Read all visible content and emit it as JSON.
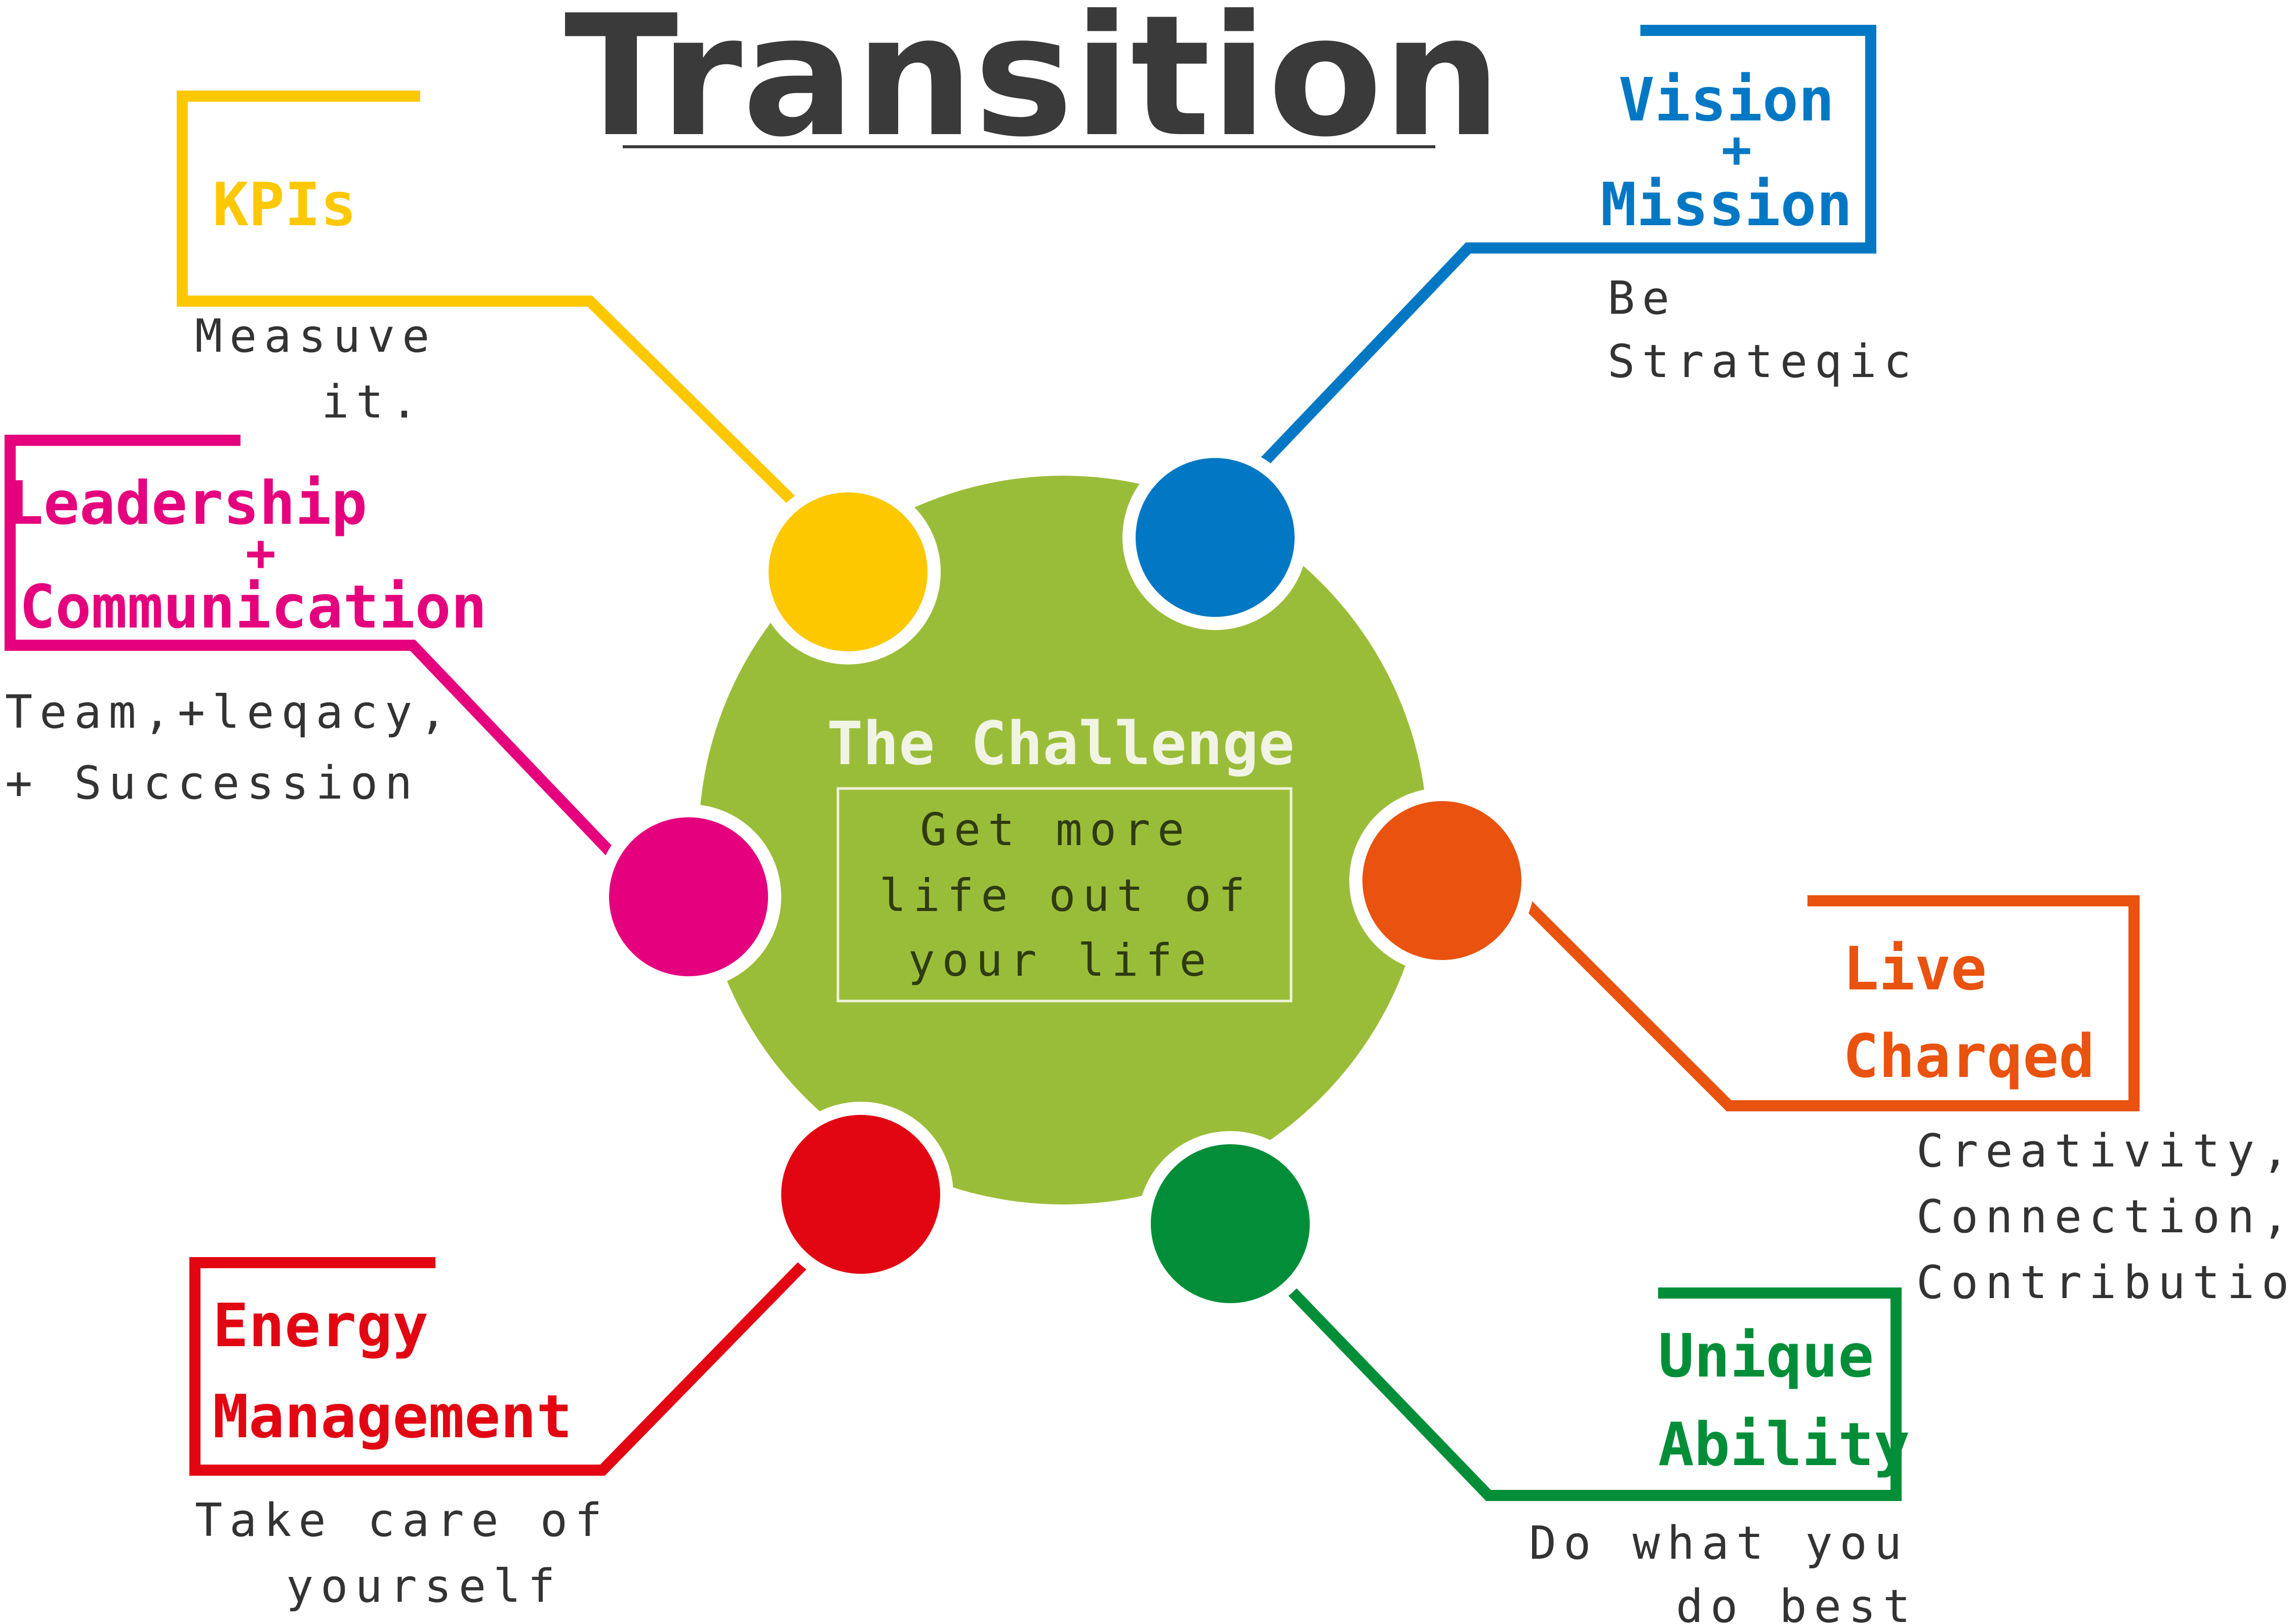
{
  "title": "Transition",
  "colors": {
    "title": "#3a3a3a",
    "hub": "#9abd39",
    "hub_text": "#f1f4e4",
    "hub_sub_text": "#2f3b12",
    "body_text": "#333333",
    "kpis": "#fec800",
    "vision": "#0278c4",
    "leadership": "#e5007d",
    "live": "#e9520f",
    "energy": "#e20613",
    "unique": "#028e38"
  },
  "center": {
    "heading": "The Challenge",
    "lines": [
      "Get more",
      "life out of",
      "your life"
    ]
  },
  "nodes": {
    "kpis": {
      "icon": "yellow-circle-node",
      "heading": [
        "KPIs"
      ],
      "description": [
        "Measuve",
        "it."
      ]
    },
    "vision": {
      "icon": "blue-circle-node",
      "heading": [
        "Vision",
        "+",
        "Mission"
      ],
      "description": [
        "Be",
        "Strateqic"
      ]
    },
    "leadership": {
      "icon": "magenta-circle-node",
      "heading": [
        "Leadership",
        "+",
        "Communication"
      ],
      "description": [
        "Team,+leqacy,",
        "+ Succession"
      ]
    },
    "live": {
      "icon": "orange-circle-node",
      "heading": [
        "Live",
        "Charqed"
      ],
      "description": [
        "Creativity,",
        "Connection,",
        "Contribution"
      ]
    },
    "energy": {
      "icon": "red-circle-node",
      "heading": [
        "Energy",
        "Management"
      ],
      "description": [
        "Take care of",
        "yourself"
      ]
    },
    "unique": {
      "icon": "green-circle-node",
      "heading": [
        "Unique",
        "Ability"
      ],
      "description": [
        "Do what you",
        "do best"
      ]
    }
  }
}
